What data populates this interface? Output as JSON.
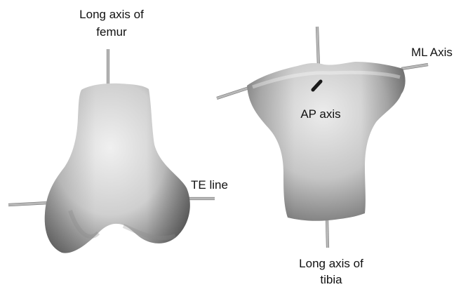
{
  "figure": {
    "femur": {
      "long_axis_label_line1": "Long axis of",
      "long_axis_label_line2": "femur",
      "te_line_label": "TE line"
    },
    "tibia": {
      "ml_axis_label": "ML Axis",
      "ap_axis_label": "AP axis",
      "long_axis_label_line1": "Long axis of",
      "long_axis_label_line2": "tibia"
    }
  },
  "colors": {
    "bone_light": "#e6e6e6",
    "bone_mid": "#b5b5b5",
    "bone_dark": "#6e6e6e",
    "axis_rod": "#b8b8b8",
    "text": "#111111",
    "background": "#ffffff"
  }
}
